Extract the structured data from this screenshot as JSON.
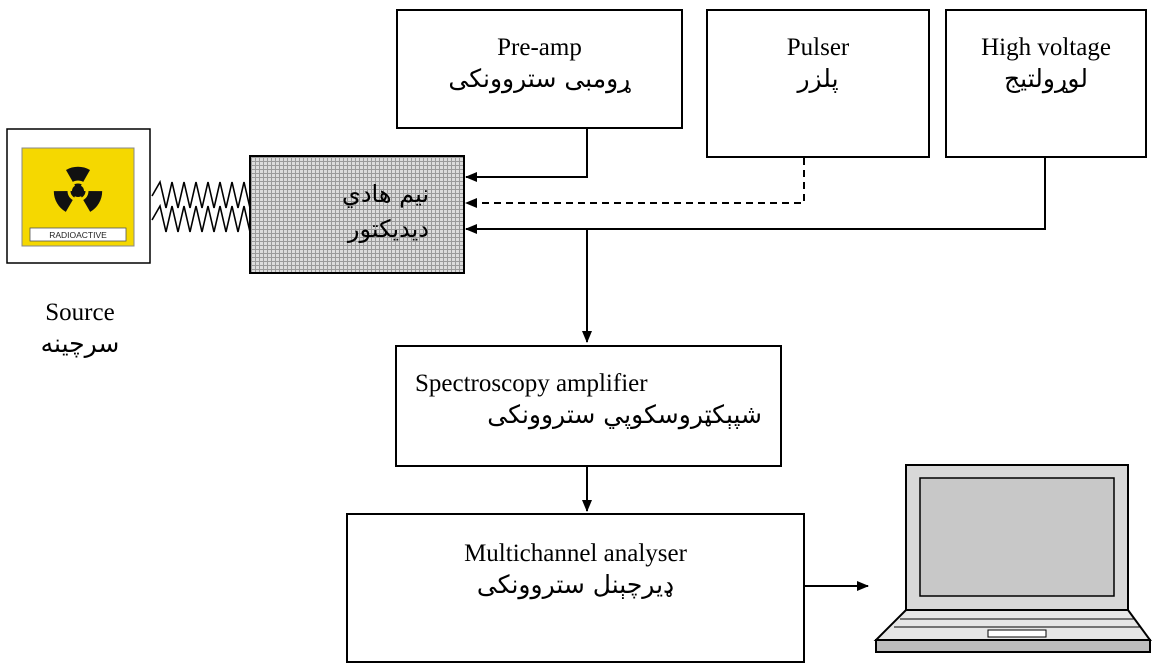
{
  "preamp": {
    "en": "Pre-amp",
    "ps": "ړومبی ستروونکی"
  },
  "pulser": {
    "en": "Pulser",
    "ps": "پلزر"
  },
  "high_voltage": {
    "en": "High voltage",
    "ps": "لوړولتیج"
  },
  "detector": {
    "line1": "نيم هادي",
    "line2": "ديديکتور"
  },
  "source": {
    "en": "Source",
    "ps": "سرچینه",
    "badge": "RADIOACTIVE"
  },
  "amplifier": {
    "en": "Spectroscopy amplifier",
    "ps": "شپېکټروسکوپي ستروونکی"
  },
  "mca": {
    "en": "Multichannel analyser",
    "ps": "ډيرچېنل ستروونکی"
  },
  "colors": {
    "radioactive_yellow": "#f5d800",
    "detector_fill": "#dcdcdc",
    "laptop_screen": "#c8c8c8"
  }
}
